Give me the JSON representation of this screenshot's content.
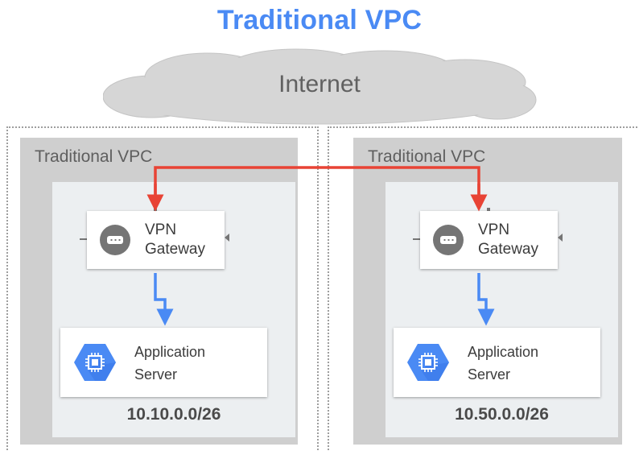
{
  "title": "Traditional VPC",
  "internet": {
    "label": "Internet"
  },
  "vpcs": [
    {
      "label": "Traditional VPC",
      "gateway": {
        "line1": "VPN",
        "line2": "Gateway"
      },
      "server": {
        "line1": "Application",
        "line2": "Server"
      },
      "cidr": "10.10.0.0/26"
    },
    {
      "label": "Traditional VPC",
      "gateway": {
        "line1": "VPN",
        "line2": "Gateway"
      },
      "server": {
        "line1": "Application",
        "line2": "Server"
      },
      "cidr": "10.50.0.0/26"
    }
  ],
  "colors": {
    "title": "#4a8af4",
    "tunnel": "#e84335",
    "flow": "#4a8af4",
    "compute_icon": "#4a8af4",
    "cloud": "#d6d6d6",
    "vpc_outer": "#cfcfcf",
    "vpc_inner": "#eceff1"
  },
  "icons": {
    "gateway": "vpn-gateway-icon",
    "server": "compute-engine-icon"
  }
}
